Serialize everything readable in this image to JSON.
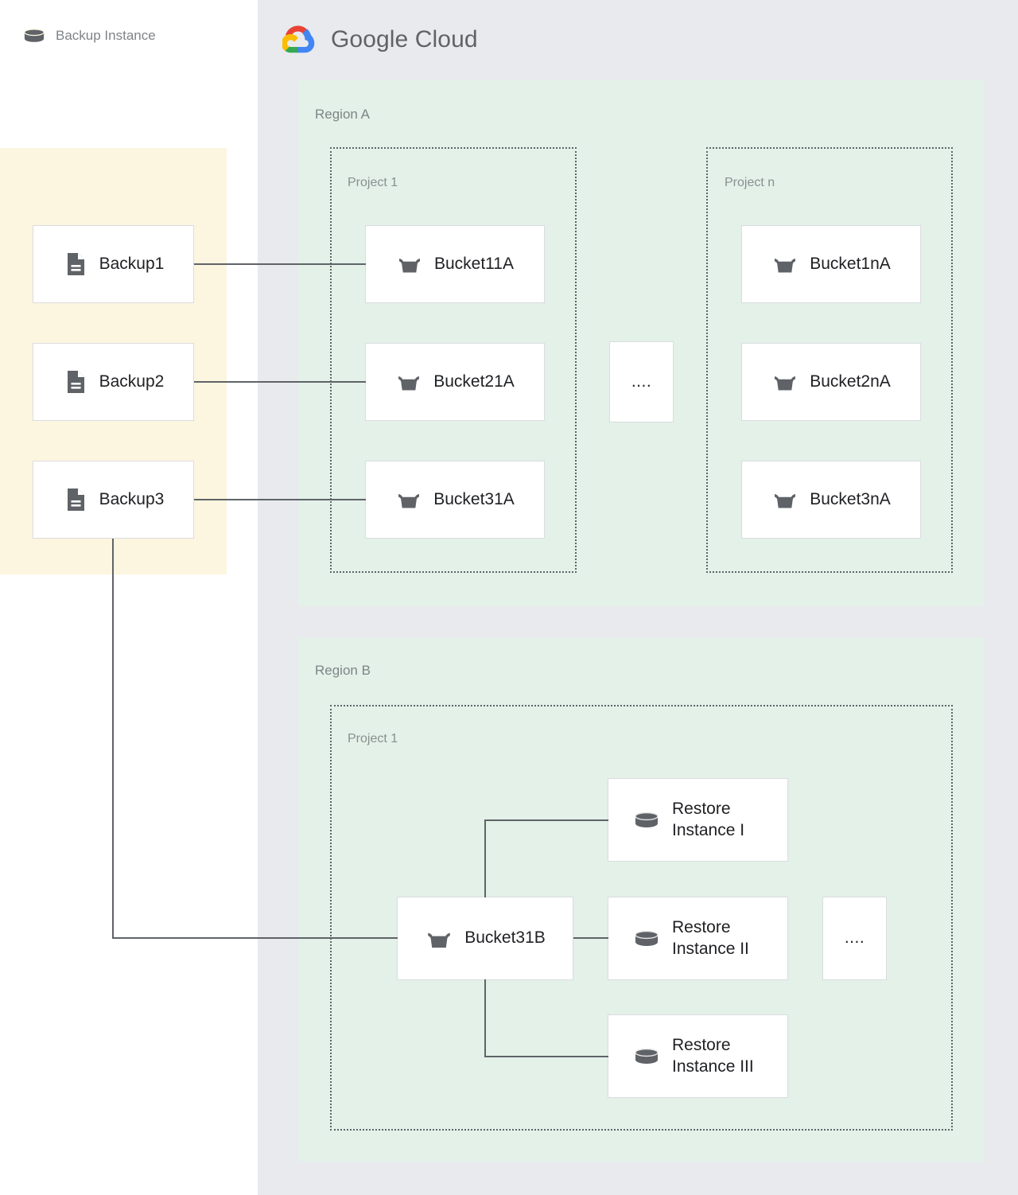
{
  "colors": {
    "gcp_panel_bg": "#E8EAED",
    "region_bg": "#E3F1E8",
    "backup_panel_bg": "#FCF5DF",
    "card_bg": "#FFFFFF",
    "card_border": "#DADCE0",
    "connector": "#5F6368",
    "label_text": "#7F8487",
    "card_text": "#202124",
    "icon_fill": "#5F6368",
    "logo_red": "#EA4335",
    "logo_yellow": "#FBBC04",
    "logo_green": "#34A853",
    "logo_blue": "#4285F4"
  },
  "brand": {
    "logo_icon": "google-cloud-logo-icon",
    "name_bold": "Google",
    "name_light": "Cloud"
  },
  "backup_panel": {
    "icon": "database-cylinder-icon",
    "title": "Backup Instance",
    "items": [
      {
        "icon": "document-icon",
        "label": "Backup1"
      },
      {
        "icon": "document-icon",
        "label": "Backup2"
      },
      {
        "icon": "document-icon",
        "label": "Backup3"
      }
    ]
  },
  "regions": [
    {
      "label": "Region A",
      "projects": [
        {
          "label": "Project 1",
          "items": [
            {
              "icon": "bucket-icon",
              "label": "Bucket11A"
            },
            {
              "icon": "bucket-icon",
              "label": "Bucket21A"
            },
            {
              "icon": "bucket-icon",
              "label": "Bucket31A"
            }
          ]
        },
        {
          "label": "Project n",
          "items": [
            {
              "icon": "bucket-icon",
              "label": "Bucket1nA"
            },
            {
              "icon": "bucket-icon",
              "label": "Bucket2nA"
            },
            {
              "icon": "bucket-icon",
              "label": "Bucket3nA"
            }
          ]
        }
      ],
      "ellipsis": "...."
    },
    {
      "label": "Region B",
      "projects": [
        {
          "label": "Project 1",
          "bucket": {
            "icon": "bucket-icon",
            "label": "Bucket31B"
          },
          "items": [
            {
              "icon": "database-cylinder-icon",
              "label": "Restore\nInstance I"
            },
            {
              "icon": "database-cylinder-icon",
              "label": "Restore\nInstance II"
            },
            {
              "icon": "database-cylinder-icon",
              "label": "Restore\nInstance III"
            }
          ],
          "ellipsis": "...."
        }
      ]
    }
  ]
}
